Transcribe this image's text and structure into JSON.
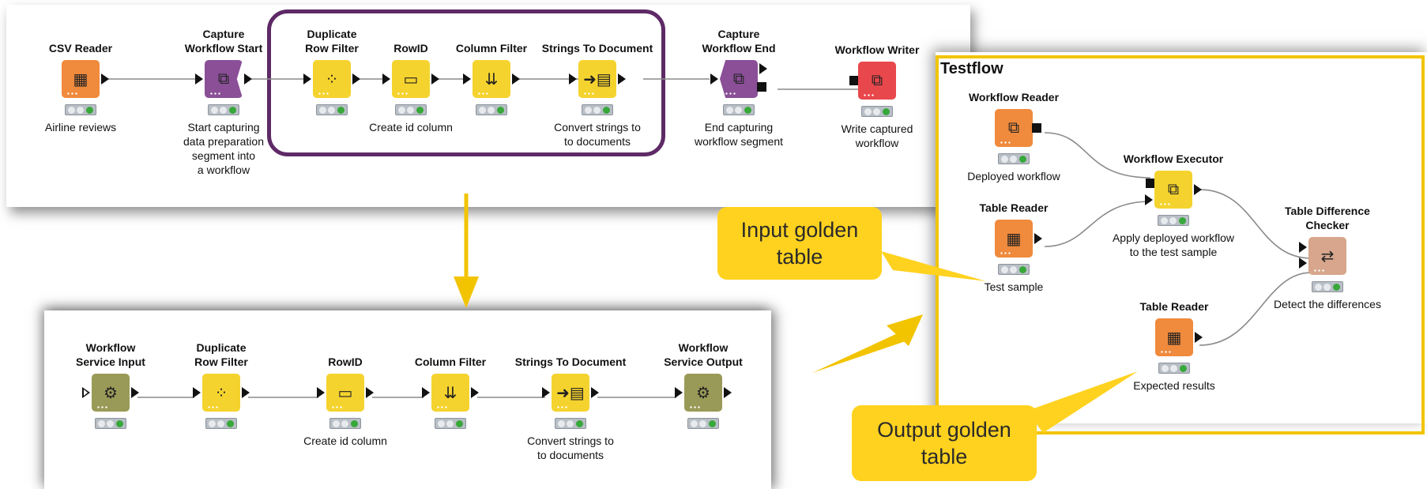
{
  "capture_workflow": {
    "nodes": [
      {
        "title": "CSV Reader",
        "description": "Airline reviews",
        "color": "#f08a3c",
        "icon": "table-grid-icon"
      },
      {
        "title": "Capture\nWorkflow Start",
        "description": "Start capturing\ndata preparation\nsegment into\na workflow",
        "color": "#8a4f97",
        "icon": "workflow-icon"
      },
      {
        "title": "Duplicate\nRow Filter",
        "description": "",
        "color": "#f5d32e",
        "icon": "duplicate-filter-icon"
      },
      {
        "title": "RowID",
        "description": "Create id column",
        "color": "#f5d32e",
        "icon": "id-card-icon"
      },
      {
        "title": "Column Filter",
        "description": "",
        "color": "#f5d32e",
        "icon": "column-filter-icon"
      },
      {
        "title": "Strings To Document",
        "description": "Convert strings to\nto documents",
        "color": "#f5d32e",
        "icon": "document-icon"
      },
      {
        "title": "Capture\nWorkflow End",
        "description": "End capturing\nworkflow segment",
        "color": "#8a4f97",
        "icon": "workflow-icon"
      },
      {
        "title": "Workflow Writer",
        "description": "Write captured\nworkflow",
        "color": "#e8474c",
        "icon": "workflow-icon"
      }
    ]
  },
  "deployed_workflow": {
    "nodes": [
      {
        "title": "Workflow\nService Input",
        "description": "",
        "color": "#9a9a58",
        "icon": "service-input-icon"
      },
      {
        "title": "Duplicate\nRow Filter",
        "description": "",
        "color": "#f5d32e",
        "icon": "duplicate-filter-icon"
      },
      {
        "title": "RowID",
        "description": "Create id column",
        "color": "#f5d32e",
        "icon": "id-card-icon"
      },
      {
        "title": "Column Filter",
        "description": "",
        "color": "#f5d32e",
        "icon": "column-filter-icon"
      },
      {
        "title": "Strings To Document",
        "description": "Convert strings to\nto documents",
        "color": "#f5d32e",
        "icon": "document-icon"
      },
      {
        "title": "Workflow\nService Output",
        "description": "",
        "color": "#9a9a58",
        "icon": "service-output-icon"
      }
    ]
  },
  "testflow": {
    "title": "Testflow",
    "nodes": [
      {
        "title": "Workflow Reader",
        "description": "Deployed workflow",
        "color": "#f08a3c",
        "icon": "workflow-icon"
      },
      {
        "title": "Workflow Executor",
        "description": "Apply deployed workflow\nto the test sample",
        "color": "#f5d32e",
        "icon": "workflow-icon"
      },
      {
        "title": "Table Reader",
        "description": "Test sample",
        "color": "#f08a3c",
        "icon": "table-grid-icon"
      },
      {
        "title": "Table Difference\nChecker",
        "description": "Detect the differences",
        "color": "#d7a68c",
        "icon": "compare-icon"
      },
      {
        "title": "Table Reader",
        "description": "Expected results",
        "color": "#f08a3c",
        "icon": "table-grid-icon"
      }
    ]
  },
  "callouts": {
    "input": "Input golden\ntable",
    "output": "Output golden\ntable"
  },
  "colors": {
    "accent_yellow": "#f2c400",
    "callout_fill": "#ffd21f",
    "group_frame": "#5e2a66",
    "status_green": "#37a83a"
  }
}
